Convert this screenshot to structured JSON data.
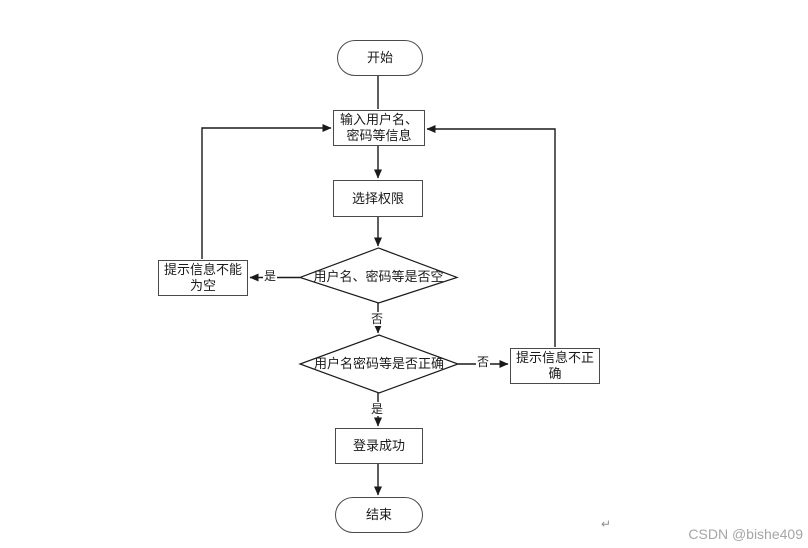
{
  "diagram": {
    "type": "flowchart",
    "nodes": {
      "start": {
        "label": "开始"
      },
      "input_info": {
        "lines": [
          "输入用户名、",
          "密码等信息"
        ]
      },
      "select_permission": {
        "label": "选择权限"
      },
      "check_empty": {
        "label": "用户名、密码等是否空"
      },
      "prompt_empty": {
        "lines": [
          "提示信息不能",
          "为空"
        ]
      },
      "check_correct": {
        "label": "用户名密码等是否正确"
      },
      "prompt_incorrect": {
        "lines": [
          "提示信息不正",
          "确"
        ]
      },
      "login_success": {
        "label": "登录成功"
      },
      "end": {
        "label": "结束"
      }
    },
    "edge_labels": {
      "empty_yes": "是",
      "empty_no": "否",
      "correct_no": "否",
      "correct_yes": "是"
    },
    "colors": {
      "line": "#1a1a1a",
      "node_border": "#4a4a4a",
      "node_fill": "#ffffff",
      "text": "#1a1a1a",
      "watermark": "#a6a6a6"
    }
  },
  "watermark": {
    "text": "CSDN @bishe409",
    "return_mark": "↵"
  }
}
